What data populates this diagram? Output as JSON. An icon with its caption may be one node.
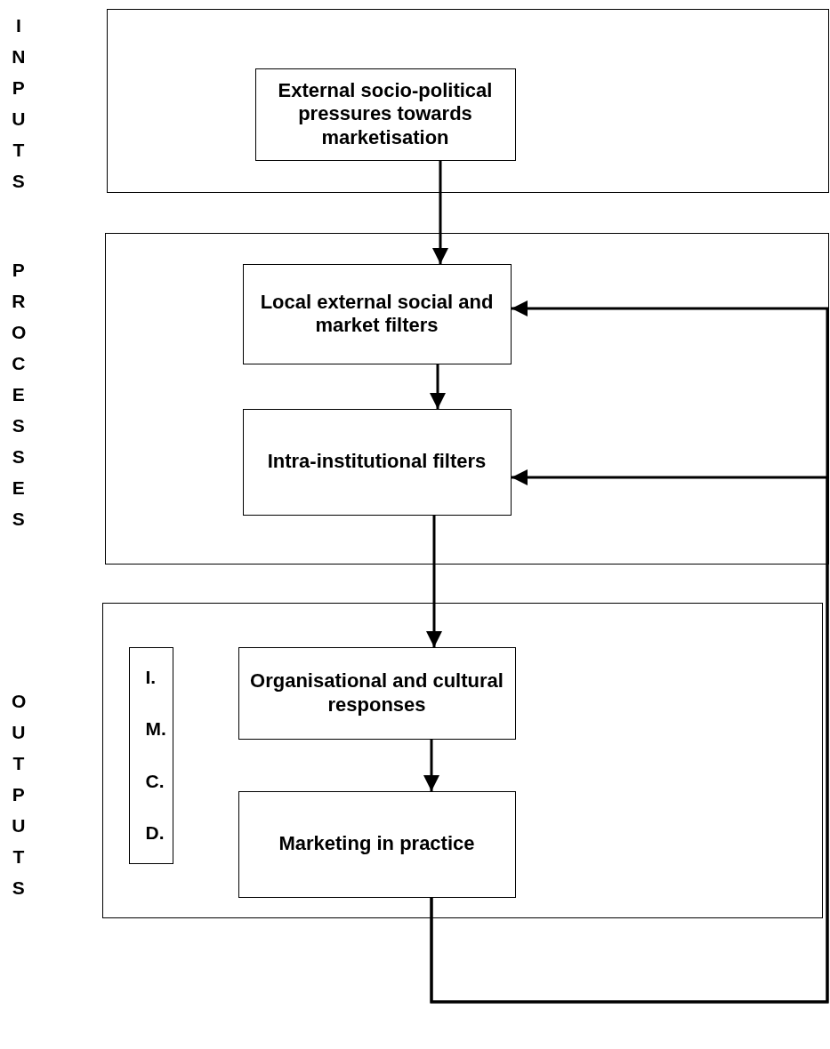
{
  "diagram": {
    "nodes": [
      {
        "text": [
          "INPUTS"
        ]
      },
      {
        "text": [
          "External socio-political pressures towards marketisation"
        ],
        "in": 0
      },
      {
        "text": [
          "PROCESSES"
        ]
      },
      {
        "text": [
          "Local external social and market filters"
        ],
        "in": 2
      },
      {
        "text": [
          "Intra-institutional filters"
        ],
        "in": 2
      },
      {
        "text": [
          "OUTPUTS"
        ]
      },
      {
        "text": [
          "I.",
          "M.",
          "C.",
          "D."
        ],
        "in": 5
      },
      {
        "text": [
          "Organisational and cultural responses"
        ],
        "in": 5
      },
      {
        "text": [
          "Marketing in practice"
        ],
        "in": 5
      }
    ],
    "edges": [
      {
        "from": 1,
        "to": 3,
        "arrow": "to"
      },
      {
        "from": 3,
        "to": 4,
        "arrow": "to"
      },
      {
        "from": 4,
        "to": 7,
        "arrow": "to"
      },
      {
        "from": 7,
        "to": 8,
        "arrow": "to"
      },
      {
        "from": 8,
        "to": 3,
        "arrow": "to"
      },
      {
        "from": 8,
        "to": 4,
        "arrow": "to"
      }
    ]
  }
}
